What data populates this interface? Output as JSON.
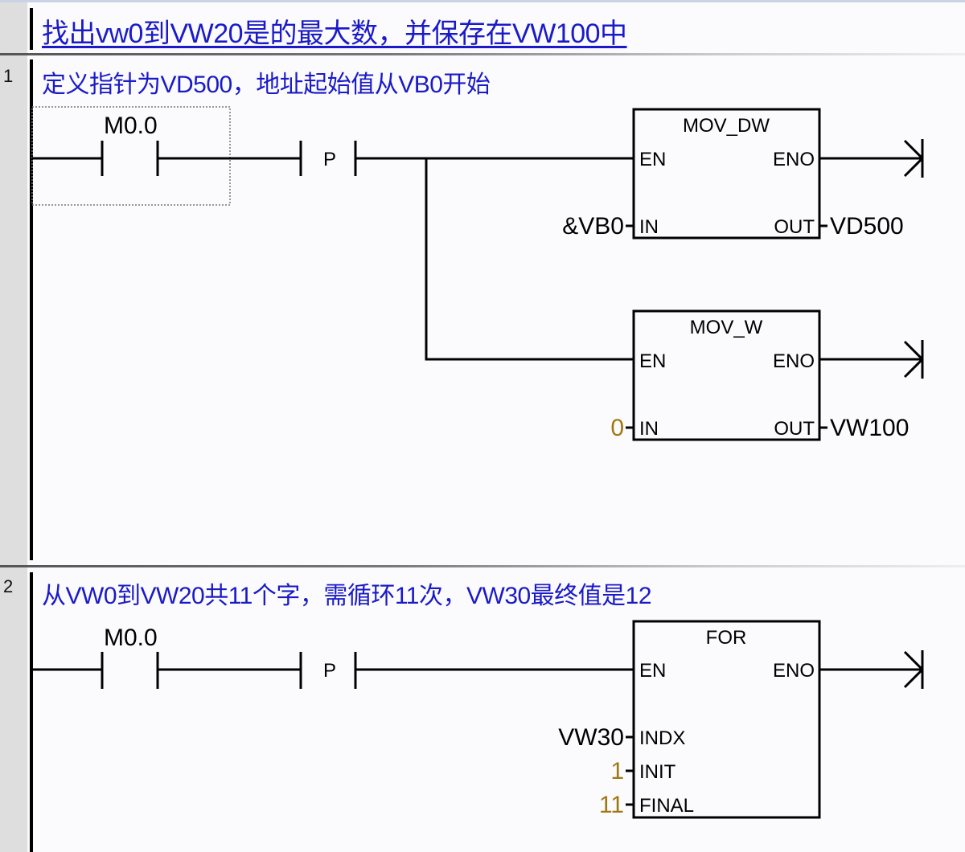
{
  "header": {
    "title": "找出vw0到VW20是的最大数，并保存在VW100中"
  },
  "networks": [
    {
      "number": "1",
      "comment": "定义指针为VD500，地址起始值从VB0开始",
      "contact": {
        "address": "M0.0",
        "type": "normally-open",
        "selected": true
      },
      "edge": {
        "label": "P"
      },
      "boxes": [
        {
          "name": "MOV_DW",
          "pins_left": [
            "EN",
            "IN"
          ],
          "pins_right": [
            "ENO",
            "OUT"
          ],
          "in_operand": "&VB0",
          "out_operand": "VD500"
        },
        {
          "name": "MOV_W",
          "pins_left": [
            "EN",
            "IN"
          ],
          "pins_right": [
            "ENO",
            "OUT"
          ],
          "in_operand": "0",
          "out_operand": "VW100"
        }
      ]
    },
    {
      "number": "2",
      "comment": "从VW0到VW20共11个字，需循环11次，VW30最终值是12",
      "contact": {
        "address": "M0.0",
        "type": "normally-open",
        "selected": false
      },
      "edge": {
        "label": "P"
      },
      "boxes": [
        {
          "name": "FOR",
          "pins_left": [
            "EN",
            "INDX",
            "INIT",
            "FINAL"
          ],
          "pins_right": [
            "ENO"
          ],
          "indx_operand": "VW30",
          "init_operand": "1",
          "final_operand": "11"
        }
      ]
    }
  ],
  "colors": {
    "comment_text": "#1a1ac8",
    "constant_operand": "#a07810",
    "wire": "#000000",
    "gutter": "#dedede"
  }
}
